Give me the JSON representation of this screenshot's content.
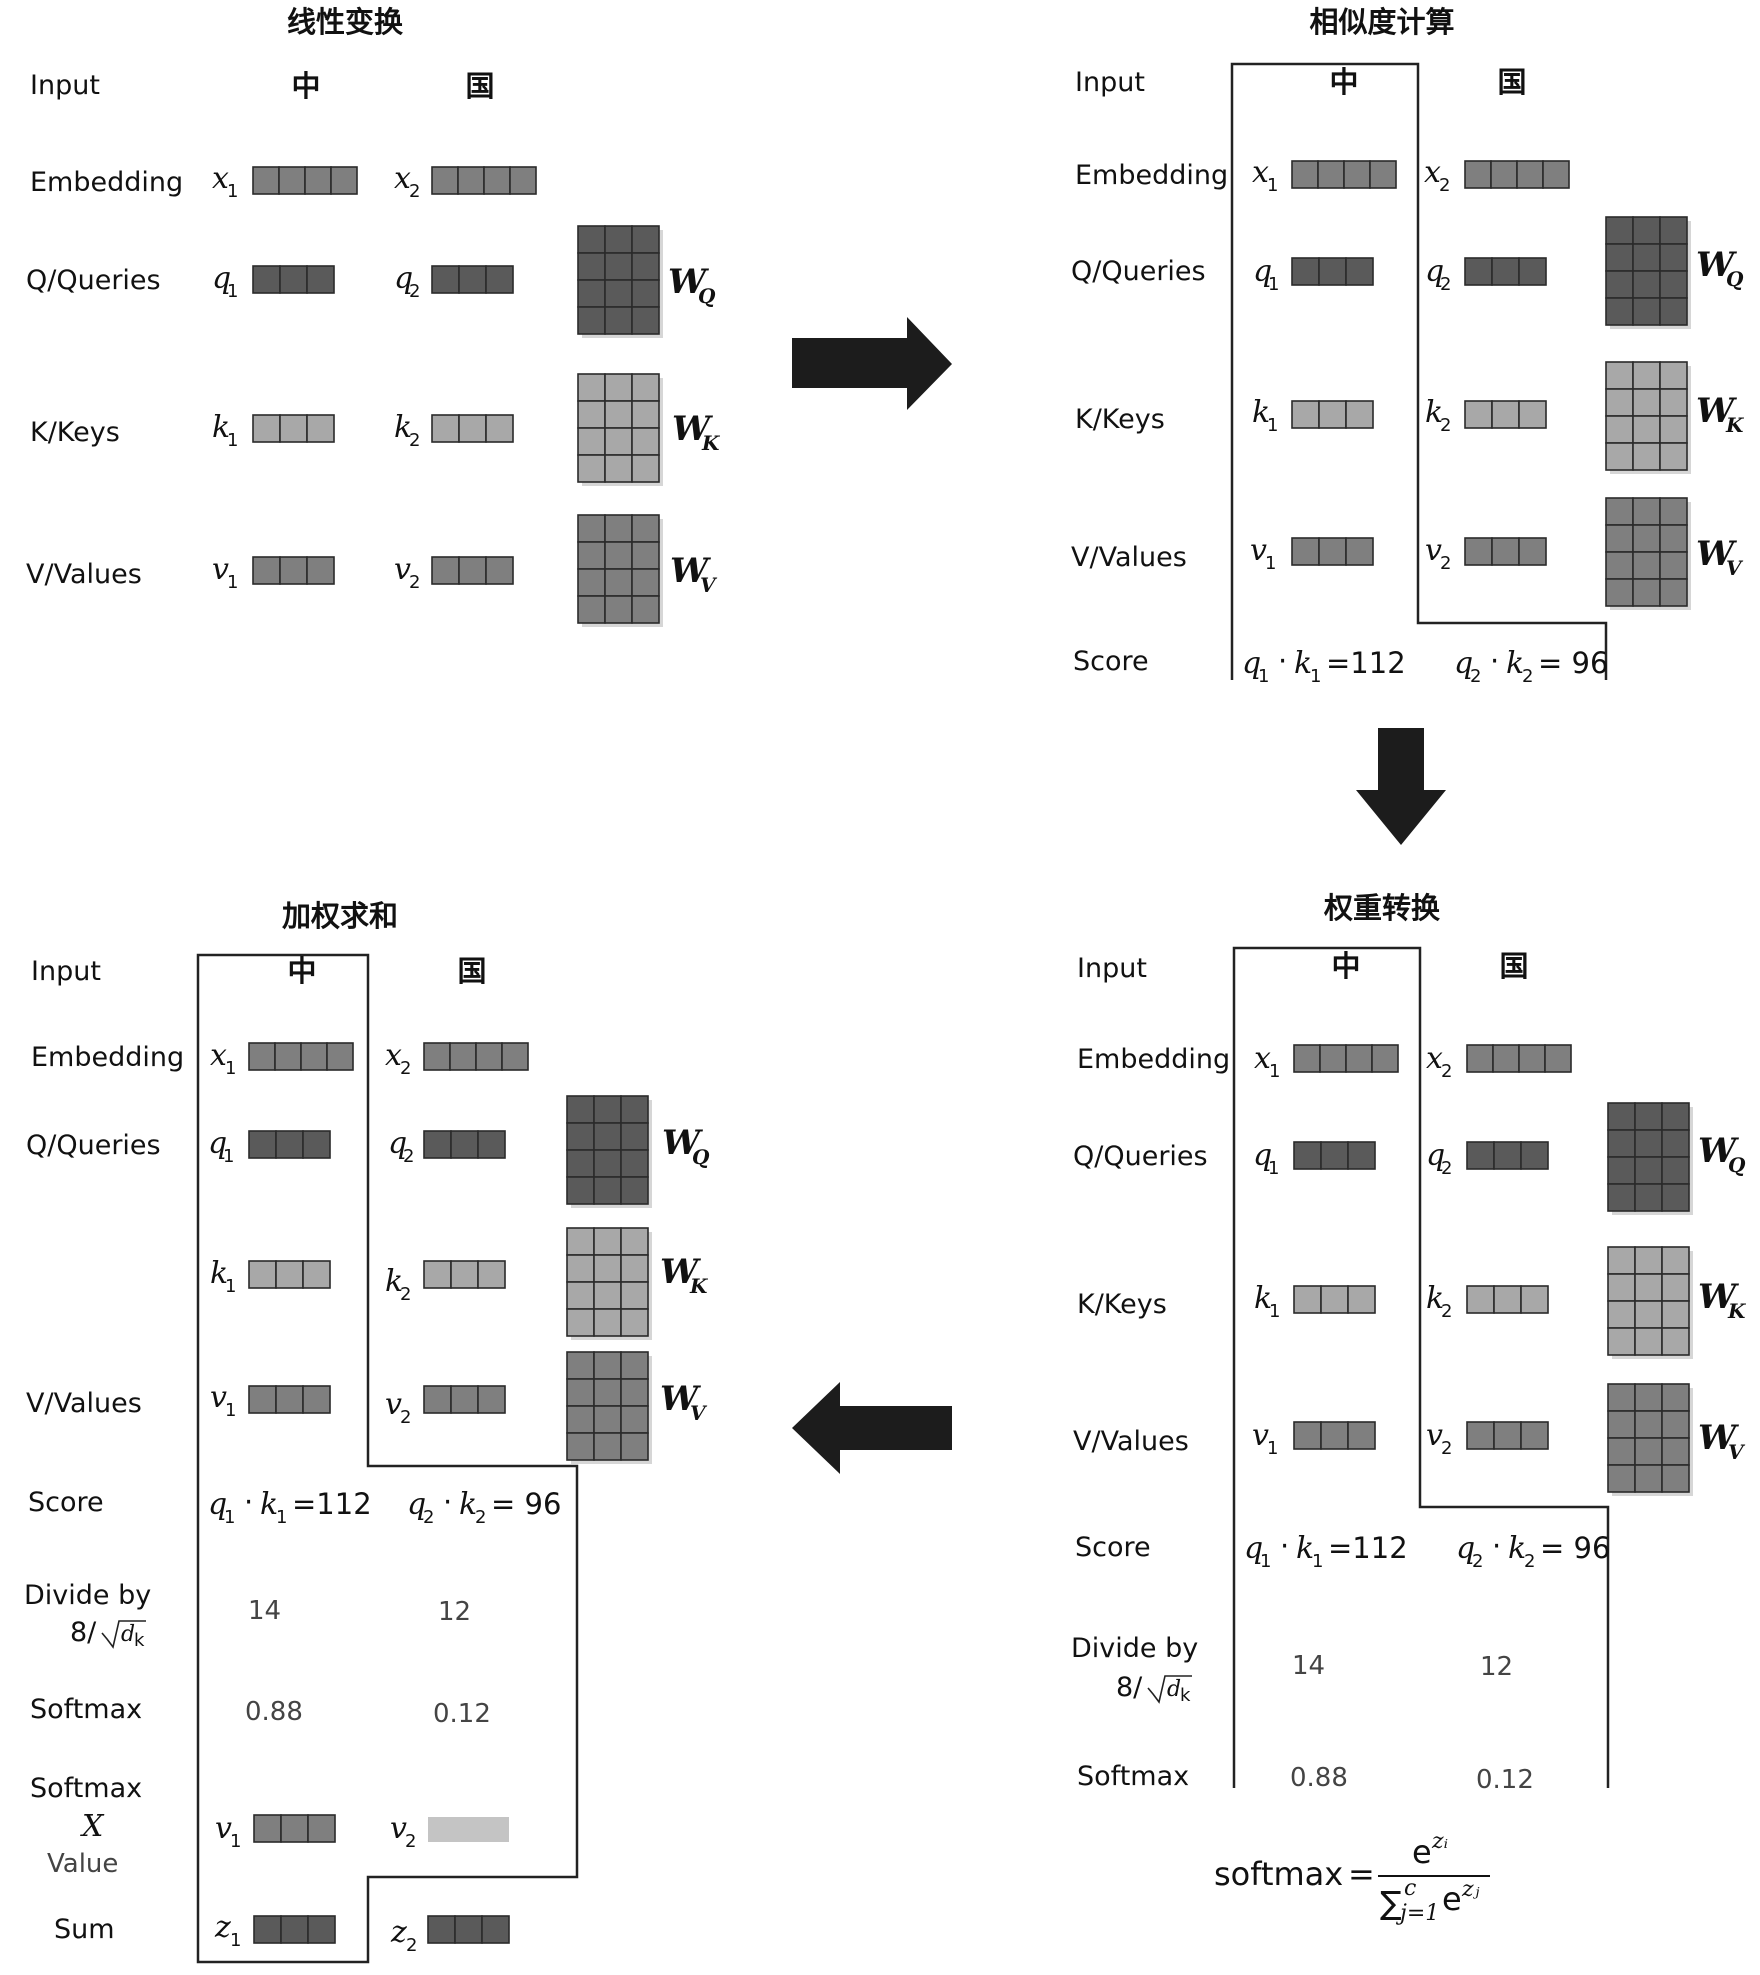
{
  "panels": [
    {
      "title": "线性变换",
      "rows": {
        "input": "Input",
        "embedding": "Embedding",
        "queries": "Q/Queries",
        "keys": "K/Keys",
        "values": "V/Values"
      },
      "tokens": [
        "中",
        "国"
      ]
    },
    {
      "title": "相似度计算",
      "rows": {
        "input": "Input",
        "embedding": "Embedding",
        "queries": "Q/Queries",
        "keys": "K/Keys",
        "values": "V/Values",
        "score": "Score"
      },
      "tokens": [
        "中",
        "国"
      ],
      "scores": [
        "=112",
        "= 96"
      ]
    },
    {
      "title": "权重转换",
      "rows": {
        "input": "Input",
        "embedding": "Embedding",
        "queries": "Q/Queries",
        "keys": "K/Keys",
        "values": "V/Values",
        "score": "Score",
        "divide1": "Divide by",
        "divide2": "8/",
        "softmax": "Softmax"
      },
      "tokens": [
        "中",
        "国"
      ],
      "scores": [
        "=112",
        "= 96"
      ],
      "divided": [
        "14",
        "12"
      ],
      "softmax": [
        "0.88",
        "0.12"
      ]
    },
    {
      "title": "加权求和",
      "rows": {
        "input": "Input",
        "embedding": "Embedding",
        "queries": "Q/Queries",
        "values": "V/Values",
        "score": "Score",
        "divide1": "Divide by",
        "divide2": "8/",
        "softmax": "Softmax",
        "sv1": "Softmax",
        "sv2": "X",
        "sv3": "Value",
        "sum": "Sum"
      },
      "tokens": [
        "中",
        "国"
      ],
      "scores": [
        "=112",
        "= 96"
      ],
      "divided": [
        "14",
        "12"
      ],
      "softmax": [
        "0.88",
        "0.12"
      ]
    }
  ],
  "symbols": {
    "x": "x",
    "q": "q",
    "k": "k",
    "v": "v",
    "z": "z",
    "s1": "1",
    "s2": "2",
    "W": "W",
    "Q": "Q",
    "K": "K",
    "V": "V",
    "dot": "·",
    "dk": "d",
    "dksub": "k"
  },
  "formula": {
    "lhs": "softmax",
    "eq": "=",
    "num": "e",
    "num_exp": "zᵢ",
    "den": "∑",
    "den_top": "c",
    "den_bottom": "j=1",
    "den_e": "e",
    "den_exp": "zⱼ"
  },
  "colors": {
    "dark": "#5a5a5a",
    "mid": "#7f7f7f",
    "light": "#a8a8a8",
    "lightest": "#c4c4c4",
    "arrow": "#1c1c1c"
  }
}
